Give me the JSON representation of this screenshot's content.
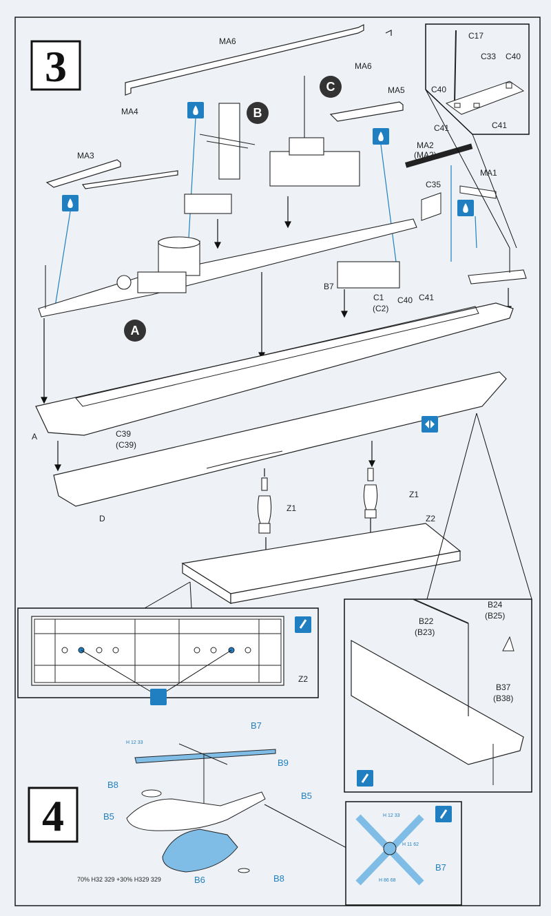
{
  "steps": {
    "step3": "3",
    "step4": "4"
  },
  "subassemblies": {
    "A": "A",
    "B": "B",
    "C": "C"
  },
  "step3_labels": {
    "MA6_top": "MA6",
    "MA6_right": "MA6",
    "MA4": "MA4",
    "MA5": "MA5",
    "MA3": "MA3",
    "MA2": "MA2",
    "MA2_alt": "(MA2)",
    "MA1": "MA1",
    "C35": "C35",
    "B7": "B7",
    "C1": "C1",
    "C1_alt": "(C2)",
    "C40": "C40",
    "C41": "C41",
    "A_hull": "A",
    "C39": "C39",
    "C39_alt": "(C39)",
    "D_hull": "D",
    "Z1_left": "Z1",
    "Z1_right": "Z1",
    "Z2_stand": "Z2"
  },
  "mast_detail": {
    "C17": "C17",
    "C33": "C33",
    "C40_a": "C40",
    "C40_b": "C40",
    "C41_a": "C41",
    "C41_b": "C41"
  },
  "stand_detail": {
    "Z2": "Z2"
  },
  "stern_detail": {
    "B22": "B22",
    "B22_alt": "(B23)",
    "B24": "B24",
    "B24_alt": "(B25)",
    "B37": "B37",
    "B37_alt": "(B38)"
  },
  "step4_labels": {
    "B7": "B7",
    "B9": "B9",
    "B8_top": "B8",
    "B5_left": "B5",
    "B5_right": "B5",
    "B6": "B6",
    "B8_bottom": "B8",
    "paint_mix": "70% H32 329 +30% H329 329"
  },
  "rotor_detail": {
    "H12": "H 12 33",
    "H11": "H 11 62",
    "H86": "H 86 68",
    "B7": "B7"
  },
  "paint_codes": {
    "rotor_top": "H 12 33"
  },
  "colors": {
    "ink": "#1a1a1a",
    "blue": "#1f7fc0",
    "paper": "#eef2f6",
    "part_blue": "#7fbde6"
  }
}
